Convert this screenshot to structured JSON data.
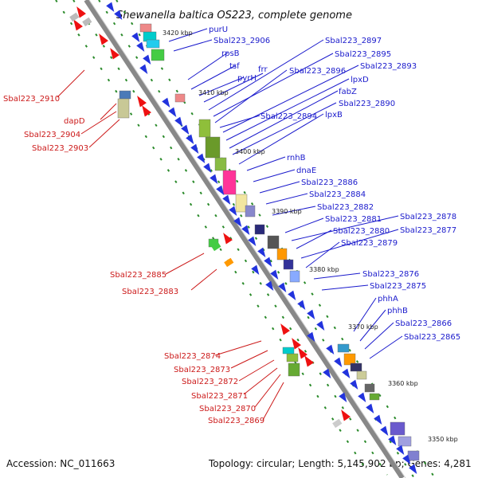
{
  "title": "Shewanella baltica OS223, complete genome",
  "footer": {
    "accession": "Accession: NC_011663",
    "topology": "Topology: circular; Length: 5,145,902 bp; Genes: 4,281"
  },
  "colors": {
    "forward_gene": "#2233dd",
    "reverse_gene": "#ee1111",
    "backbone": "#888888",
    "blue_label": "#1a1acc",
    "red_label": "#cc1a1a"
  },
  "kbp_ticks": [
    "3420 kbp",
    "3410 kbp",
    "3400 kbp",
    "3390 kbp",
    "3380 kbp",
    "3370 kbp",
    "3360 kbp",
    "3350 kbp"
  ],
  "right_labels": [
    "purU",
    "Sbal223_2906",
    "rpsB",
    "tsf",
    "pyrH",
    "frr",
    "Sbal223_2897",
    "Sbal223_2895",
    "Sbal223_2896",
    "Sbal223_2893",
    "lpxD",
    "fabZ",
    "Sbal223_2890",
    "Sbal223_2894",
    "lpxB",
    "rnhB",
    "dnaE",
    "Sbal223_2886",
    "Sbal223_2884",
    "Sbal223_2882",
    "Sbal223_2881",
    "Sbal223_2878",
    "Sbal223_2880",
    "Sbal223_2877",
    "Sbal223_2879",
    "Sbal223_2876",
    "Sbal223_2875",
    "phhA",
    "phhB",
    "Sbal223_2866",
    "Sbal223_2865"
  ],
  "left_labels": [
    "Sbal223_2910",
    "dapD",
    "Sbal223_2904",
    "Sbal223_2903",
    "Sbal223_2885",
    "Sbal223_2883",
    "Sbal223_2874",
    "Sbal223_2873",
    "Sbal223_2872",
    "Sbal223_2871",
    "Sbal223_2870",
    "Sbal223_2869"
  ]
}
